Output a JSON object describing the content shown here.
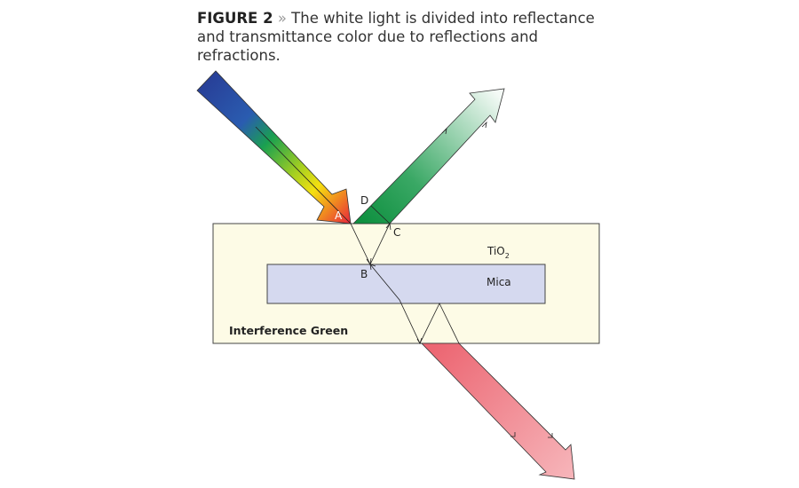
{
  "caption": {
    "figure_label": "FIGURE 2",
    "separator": "»",
    "text": "The white light is divided into reflectance and transmittance color due to reflections and refractions."
  },
  "labels": {
    "point_a": "A",
    "point_b": "B",
    "point_c": "C",
    "point_d": "D",
    "tio2": "TiO",
    "tio2_sub": "2",
    "mica": "Mica",
    "pigment": "Interference Green"
  },
  "colors": {
    "outer_layer": "#fdfbe6",
    "mica_layer": "#d5d9ef",
    "reflected": "#1a9a4a",
    "transmitted": "#ee6b76"
  }
}
